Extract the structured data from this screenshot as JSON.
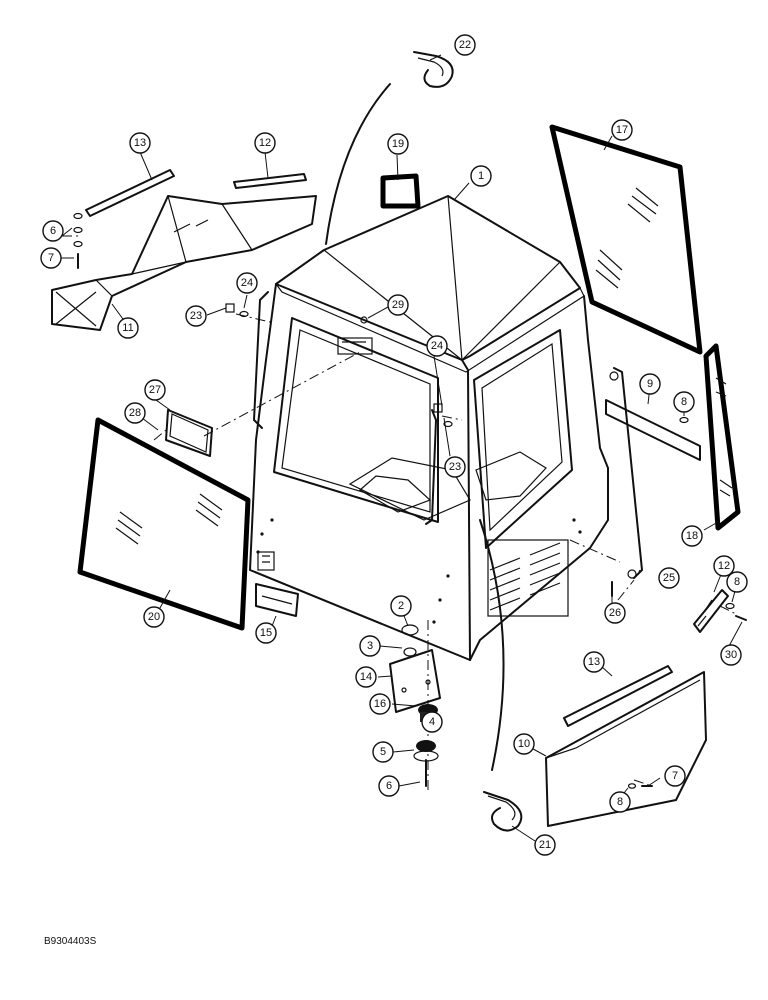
{
  "diagram_code": "B9304403S",
  "callouts": [
    {
      "id": "c1",
      "label": "1"
    },
    {
      "id": "c2",
      "label": "2"
    },
    {
      "id": "c3",
      "label": "3"
    },
    {
      "id": "c4",
      "label": "4"
    },
    {
      "id": "c5",
      "label": "5"
    },
    {
      "id": "c6a",
      "label": "6"
    },
    {
      "id": "c6b",
      "label": "6"
    },
    {
      "id": "c7a",
      "label": "7"
    },
    {
      "id": "c7b",
      "label": "7"
    },
    {
      "id": "c8a",
      "label": "8"
    },
    {
      "id": "c8b",
      "label": "8"
    },
    {
      "id": "c8c",
      "label": "8"
    },
    {
      "id": "c9",
      "label": "9"
    },
    {
      "id": "c10",
      "label": "10"
    },
    {
      "id": "c11",
      "label": "11"
    },
    {
      "id": "c12a",
      "label": "12"
    },
    {
      "id": "c12b",
      "label": "12"
    },
    {
      "id": "c13a",
      "label": "13"
    },
    {
      "id": "c13b",
      "label": "13"
    },
    {
      "id": "c14",
      "label": "14"
    },
    {
      "id": "c15",
      "label": "15"
    },
    {
      "id": "c16",
      "label": "16"
    },
    {
      "id": "c17",
      "label": "17"
    },
    {
      "id": "c18",
      "label": "18"
    },
    {
      "id": "c19",
      "label": "19"
    },
    {
      "id": "c20",
      "label": "20"
    },
    {
      "id": "c21",
      "label": "21"
    },
    {
      "id": "c22",
      "label": "22"
    },
    {
      "id": "c23a",
      "label": "23"
    },
    {
      "id": "c23b",
      "label": "23"
    },
    {
      "id": "c24a",
      "label": "24"
    },
    {
      "id": "c24b",
      "label": "24"
    },
    {
      "id": "c25",
      "label": "25"
    },
    {
      "id": "c26",
      "label": "26"
    },
    {
      "id": "c27",
      "label": "27"
    },
    {
      "id": "c28",
      "label": "28"
    },
    {
      "id": "c29",
      "label": "29"
    },
    {
      "id": "c30",
      "label": "30"
    }
  ]
}
